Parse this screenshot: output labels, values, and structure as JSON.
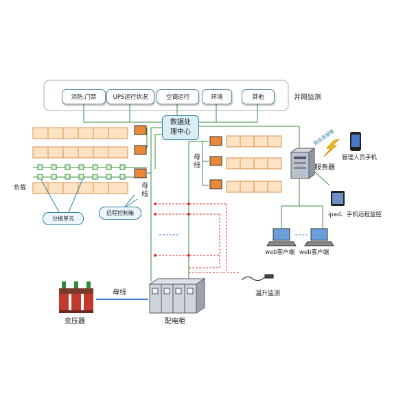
{
  "top_bar": {
    "items": [
      "消防.门禁",
      "UPS运行状况",
      "空调运行",
      "环境",
      "其他"
    ],
    "side_label": "并网监测"
  },
  "center": {
    "label_line1": "数据处",
    "label_line2": "理中心"
  },
  "labels": {
    "muxian_right": "母\n线",
    "muxian_mid": "母\n线",
    "fuzai": "负载",
    "fenjie": "分接单元",
    "yuancheng": "远程控制箱",
    "server": "服务器",
    "wireless": "短信息报警",
    "admin_phone": "管理人员手机",
    "ipad": "ipad、手机远程监控",
    "web1": "web客户端",
    "web2": "web客户端",
    "temp": "温升监测",
    "transformer": "变压器",
    "switchgear": "配电柜",
    "muxian_bottom": "母线"
  },
  "colors": {
    "box_fill": "#f9c891",
    "box_stroke": "#d99048",
    "line": "#3a8a3a",
    "dashed_red": "#d33",
    "blue": "#3f7fd1"
  }
}
